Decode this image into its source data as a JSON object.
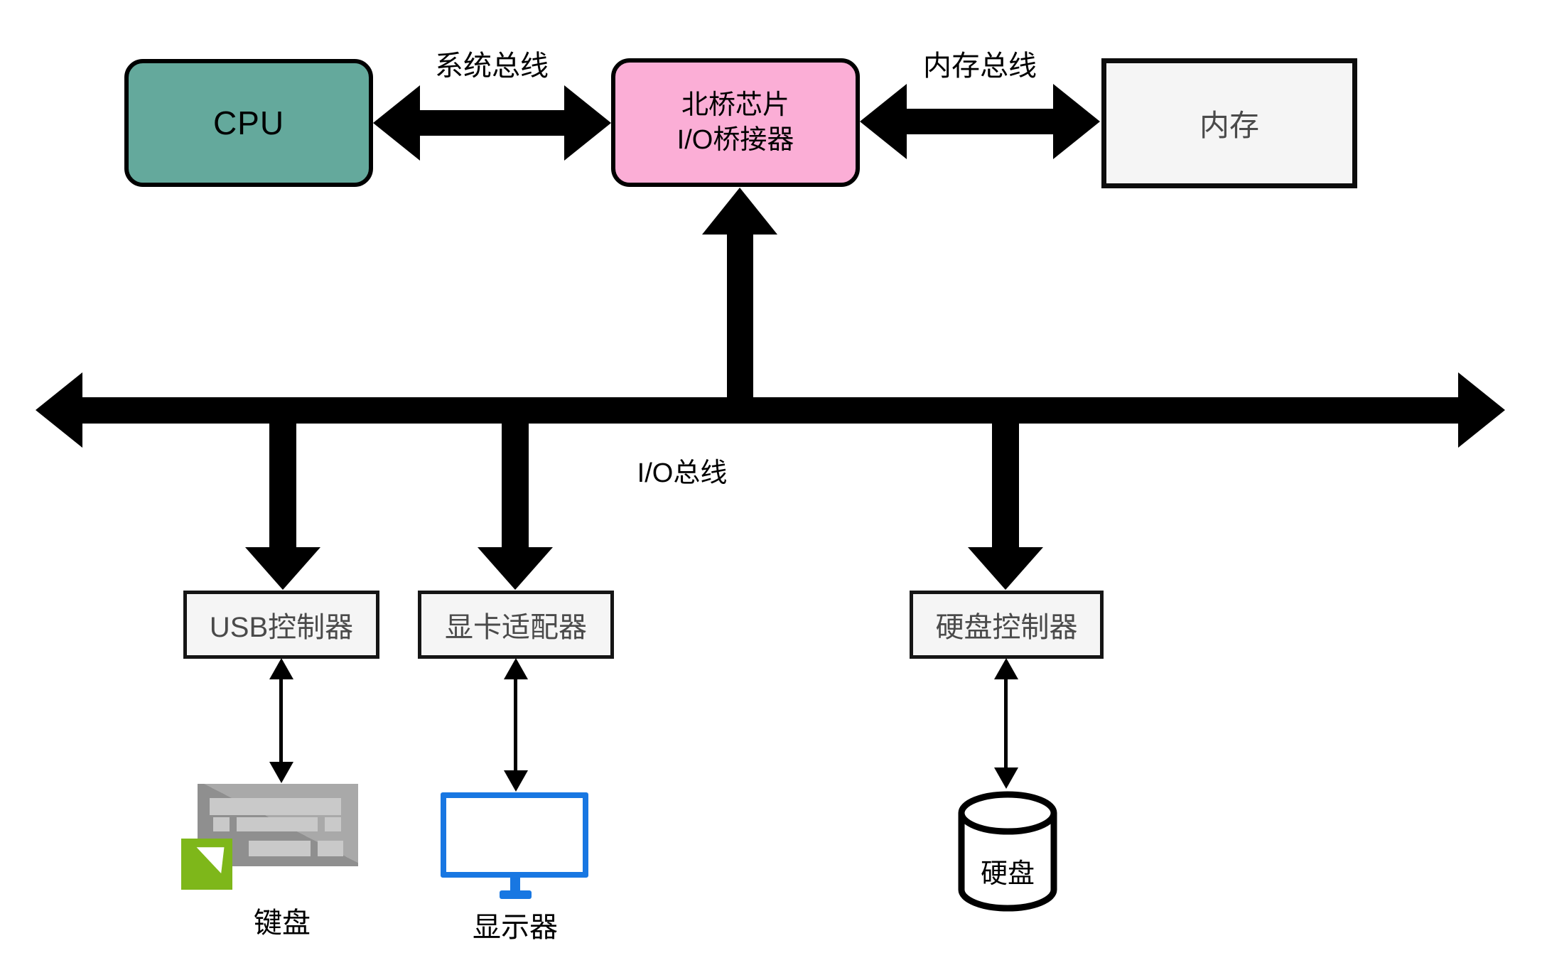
{
  "colors": {
    "cpu_fill": "#64A99C",
    "bridge_fill": "#FBAED6",
    "box_fill": "#F5F5F5",
    "monitor_blue": "#1877E2",
    "keyboard_green": "#7EB71A",
    "keyboard_gray": "#8F8F8F",
    "keyboard_gray_light": "#A9A9A9",
    "keyboard_key": "#C9C9C9",
    "line": "#000000"
  },
  "nodes": {
    "cpu": "CPU",
    "northbridge_line1": "北桥芯片",
    "northbridge_line2": "I/O桥接器",
    "memory": "内存",
    "usb_controller": "USB控制器",
    "gpu_adapter": "显卡适配器",
    "hdd_controller": "硬盘控制器",
    "keyboard": "键盘",
    "monitor": "显示器",
    "hard_disk": "硬盘"
  },
  "buses": {
    "system_bus": "系统总线",
    "memory_bus": "内存总线",
    "io_bus": "I/O总线"
  }
}
